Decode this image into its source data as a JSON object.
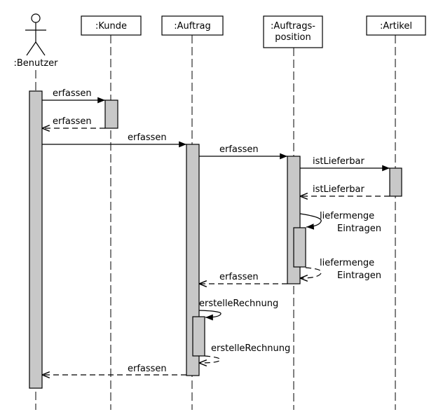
{
  "participants": [
    {
      "id": "benutzer",
      "label": ":Benutzer",
      "actor": true
    },
    {
      "id": "kunde",
      "label": ":Kunde"
    },
    {
      "id": "auftrag",
      "label": ":Auftrag"
    },
    {
      "id": "auftragsposition",
      "label": [
        ":Auftrags-",
        "position"
      ]
    },
    {
      "id": "artikel",
      "label": ":Artikel"
    }
  ],
  "messages": [
    {
      "id": "m1",
      "label": "erfassen",
      "type": "sync"
    },
    {
      "id": "m2",
      "label": "erfassen",
      "type": "reply"
    },
    {
      "id": "m3",
      "label": "erfassen",
      "type": "sync"
    },
    {
      "id": "m4",
      "label": "erfassen",
      "type": "sync"
    },
    {
      "id": "m5",
      "label": "istLieferbar",
      "type": "sync"
    },
    {
      "id": "m6",
      "label": "istLieferbar",
      "type": "reply"
    },
    {
      "id": "m7",
      "label": [
        "liefermenge",
        "Eintragen"
      ],
      "type": "self-sync"
    },
    {
      "id": "m8",
      "label": [
        "liefermenge",
        "Eintragen"
      ],
      "type": "self-reply"
    },
    {
      "id": "m9",
      "label": "erfassen",
      "type": "reply"
    },
    {
      "id": "m10",
      "label": "erstelleRechnung",
      "type": "self-sync"
    },
    {
      "id": "m11",
      "label": "erstelleRechnung",
      "type": "self-reply"
    },
    {
      "id": "m12",
      "label": "erfassen",
      "type": "reply"
    }
  ]
}
